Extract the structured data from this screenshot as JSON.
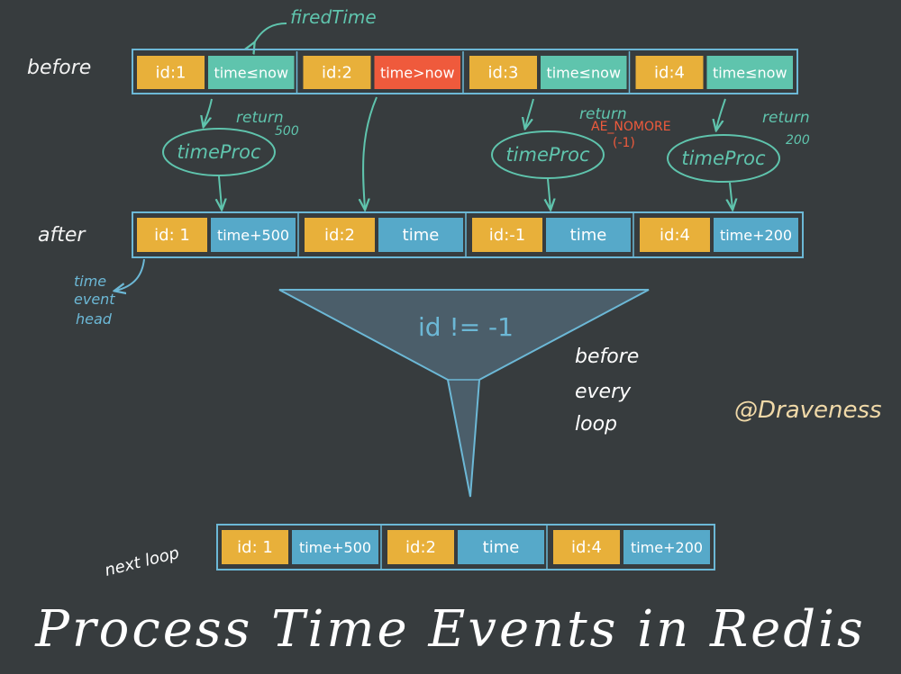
{
  "colors": {
    "background": "#373c3e",
    "id_cell": "#e8b03a",
    "time_due": "#5fc4ad",
    "time_not_due": "#ef5a3c",
    "time_plain": "#56a9c9",
    "frame": "#6cb8d6",
    "arrow": "#5fc4ad"
  },
  "labels": {
    "fired_time": "firedTime",
    "before": "before",
    "after": "after",
    "next_loop": "next loop",
    "time_proc": "timeProc",
    "return_500_a": "return",
    "return_500_b": "500",
    "return_nomore_a": "return",
    "return_nomore_b": "AE_NOMORE",
    "return_nomore_c": "(-1)",
    "return_200_a": "return",
    "return_200_b": "200",
    "head_1": "time",
    "head_2": "event",
    "head_3": "head",
    "filter": "id != -1",
    "before_every_loop_1": "before",
    "before_every_loop_2": "every",
    "before_every_loop_3": "loop",
    "author": "@Draveness",
    "title": "Process Time Events in Redis"
  },
  "rows": {
    "before": [
      {
        "id": "id:1",
        "time": "time≤now",
        "state": "due"
      },
      {
        "id": "id:2",
        "time": "time>now",
        "state": "not_due"
      },
      {
        "id": "id:3",
        "time": "time≤now",
        "state": "due"
      },
      {
        "id": "id:4",
        "time": "time≤now",
        "state": "due"
      }
    ],
    "after": [
      {
        "id": "id: 1",
        "time": "time+500"
      },
      {
        "id": "id:2",
        "time": "time"
      },
      {
        "id": "id:-1",
        "time": "time"
      },
      {
        "id": "id:4",
        "time": "time+200"
      }
    ],
    "next": [
      {
        "id": "id: 1",
        "time": "time+500"
      },
      {
        "id": "id:2",
        "time": "time"
      },
      {
        "id": "id:4",
        "time": "time+200"
      }
    ]
  }
}
